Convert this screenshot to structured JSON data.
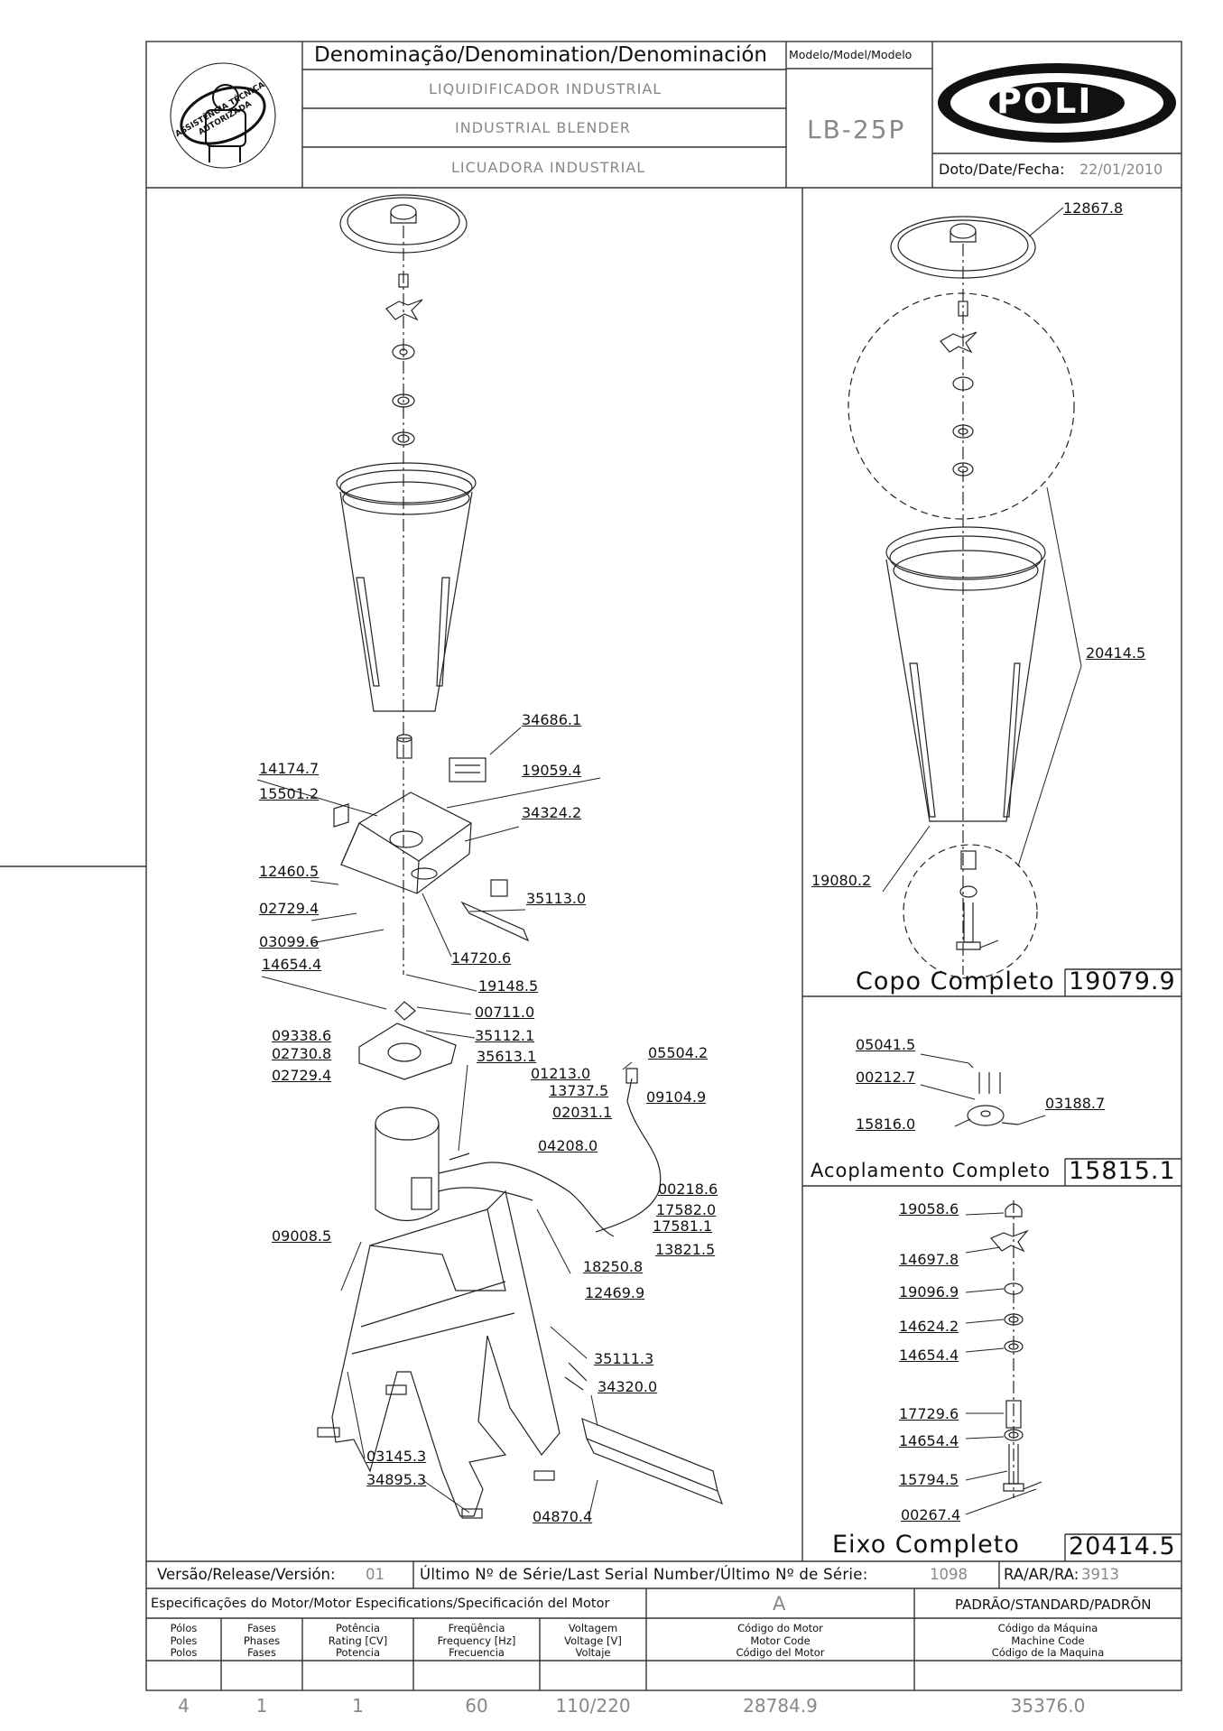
{
  "header": {
    "denomination_title": "Denominação/Denomination/Denominación",
    "model_title": "Modelo/Model/Modelo",
    "names": [
      "LIQUIDIFICADOR INDUSTRIAL",
      "INDUSTRIAL BLENDER",
      "LICUADORA INDUSTRIAL"
    ],
    "model": "LB-25P",
    "logo_text": "POLI",
    "logo_mark": "®",
    "date_label": "Doto/Date/Fecha:",
    "date_value": "22/01/2010",
    "seal_text": "ASSISTÊNCIA TÉCNICA AUTORIZADA"
  },
  "parts_main": [
    {
      "id": "34686.1"
    },
    {
      "id": "14174.7"
    },
    {
      "id": "19059.4"
    },
    {
      "id": "15501.2"
    },
    {
      "id": "34324.2"
    },
    {
      "id": "12460.5"
    },
    {
      "id": "35113.0"
    },
    {
      "id": "02729.4"
    },
    {
      "id": "03099.6"
    },
    {
      "id": "14720.6"
    },
    {
      "id": "14654.4"
    },
    {
      "id": "19148.5"
    },
    {
      "id": "00711.0"
    },
    {
      "id": "09338.6"
    },
    {
      "id": "35112.1"
    },
    {
      "id": "02730.8"
    },
    {
      "id": "35613.1"
    },
    {
      "id": "05504.2"
    },
    {
      "id": "02729.4"
    },
    {
      "id": "01213.0"
    },
    {
      "id": "13737.5"
    },
    {
      "id": "09104.9"
    },
    {
      "id": "02031.1"
    },
    {
      "id": "04208.0"
    },
    {
      "id": "00218.6"
    },
    {
      "id": "17582.0"
    },
    {
      "id": "17581.1"
    },
    {
      "id": "09008.5"
    },
    {
      "id": "13821.5"
    },
    {
      "id": "18250.8"
    },
    {
      "id": "12469.9"
    },
    {
      "id": "35111.3"
    },
    {
      "id": "34320.0"
    },
    {
      "id": "03145.3"
    },
    {
      "id": "34895.3"
    },
    {
      "id": "04870.4"
    }
  ],
  "copo": {
    "title": "Copo Completo",
    "code": "19079.9",
    "parts": [
      {
        "id": "12867.8"
      },
      {
        "id": "20414.5"
      },
      {
        "id": "19080.2"
      }
    ]
  },
  "acoplamento": {
    "title": "Acoplamento Completo",
    "code": "15815.1",
    "parts": [
      {
        "id": "05041.5"
      },
      {
        "id": "00212.7"
      },
      {
        "id": "03188.7"
      },
      {
        "id": "15816.0"
      }
    ]
  },
  "eixo": {
    "title": "Eixo Completo",
    "code": "20414.5",
    "parts": [
      {
        "id": "19058.6"
      },
      {
        "id": "14697.8"
      },
      {
        "id": "19096.9"
      },
      {
        "id": "14624.2"
      },
      {
        "id": "14654.4"
      },
      {
        "id": "17729.6"
      },
      {
        "id": "14654.4"
      },
      {
        "id": "15794.5"
      },
      {
        "id": "00267.4"
      }
    ]
  },
  "release": {
    "version_label": "Versão/Release/Versión:",
    "version_value": "01",
    "serial_label": "Último Nº de Série/Last Serial Number/Último Nº de Série:",
    "serial_value": "1098",
    "ra_label": "RA/AR/RA:",
    "ra_value": "3913"
  },
  "motor": {
    "spec_title": "Especificações do Motor/Motor Especifications/Specificación del Motor",
    "class": "A",
    "standard": "PADRÃO/STANDARD/PADRÕN",
    "columns": [
      {
        "label": "Pólos\nPoles\nPolos",
        "value": "4"
      },
      {
        "label": "Fases\nPhases\nFases",
        "value": "1"
      },
      {
        "label": "Potência\nRating [CV]\nPotencia",
        "value": "1"
      },
      {
        "label": "Freqüência\nFrequency [Hz]\nFrecuencia",
        "value": "60"
      },
      {
        "label": "Voltagem\nVoltage [V]\nVoltaje",
        "value": "110/220"
      },
      {
        "label": "Código do Motor\nMotor Code\nCódigo del Motor",
        "value": "28784.9"
      },
      {
        "label": "Código da Máquina\nMachine Code\nCódigo de la Maquina",
        "value": "35376.0"
      }
    ]
  }
}
